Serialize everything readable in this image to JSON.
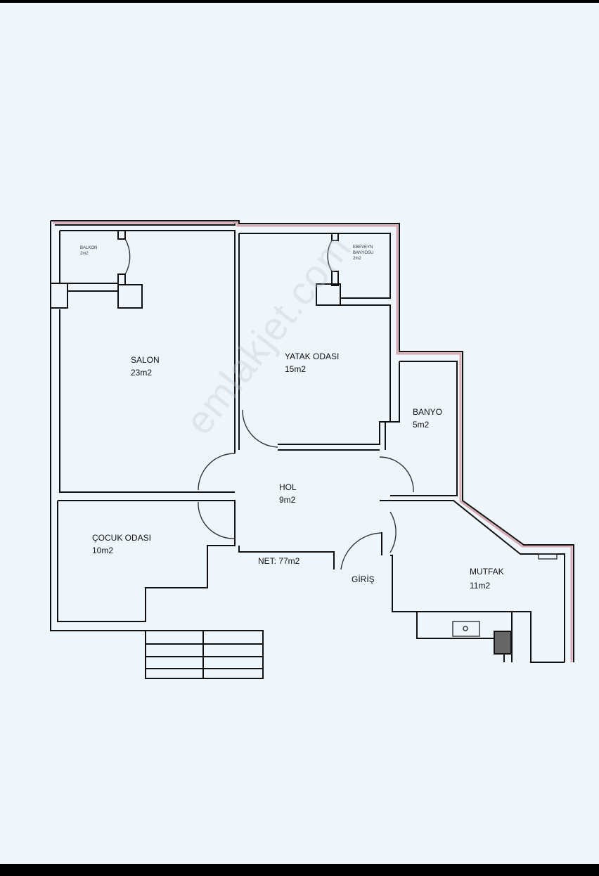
{
  "rooms": {
    "balkon": {
      "name": "BALKON",
      "area": "2m2"
    },
    "ebeveyn_banyosu": {
      "name": "EBEVEYN BANYOSU",
      "area": "2m2"
    },
    "salon": {
      "name": "SALON",
      "area": "23m2"
    },
    "yatak_odasi": {
      "name": "YATAK ODASI",
      "area": "15m2"
    },
    "banyo": {
      "name": "BANYO",
      "area": "5m2"
    },
    "hol": {
      "name": "HOL",
      "area": "9m2"
    },
    "cocuk_odasi": {
      "name": "ÇOCUK ODASI",
      "area": "10m2"
    },
    "mutfak": {
      "name": "MUTFAK",
      "area": "11m2"
    }
  },
  "net_area": "NET: 77m2",
  "entrance": "GİRİŞ",
  "watermark": "emlakjet.com",
  "colors": {
    "background": "#eef6fc",
    "wall": "#111111",
    "wall_fill": "#d7aab4"
  }
}
